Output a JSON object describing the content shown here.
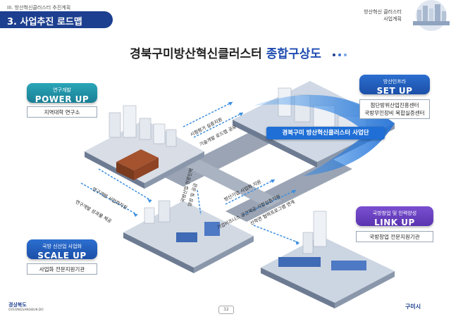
{
  "header": {
    "section": "III. 방산혁신클러스터 추진계획",
    "title": "3. 사업추진 로드맵",
    "right_line1": "방산혁신 클러스터",
    "right_line2": "사업계획"
  },
  "main_title_prefix": "경북구미방산혁신클러스터 ",
  "main_title_highlight": "종합구상도",
  "power_up": {
    "small": "연구개발",
    "big": "POWER UP",
    "desc": "지역대학 연구소"
  },
  "set_up": {
    "small": "방산인프라",
    "big": "SET UP",
    "desc_line1": "첨단방위산업진흥센터",
    "desc_line2": "국방무인장비 복합실증센터"
  },
  "scale_up": {
    "small": "국방 신산업 사업화",
    "big": "SCALE UP",
    "desc": "사업화 전문지원기관"
  },
  "link_up": {
    "small": "국방창업 및 인력양성",
    "big": "LINK UP",
    "desc": "국방창업 전문지원기관"
  },
  "cluster_label": "경북구미 방산혁신클러스터 사업단",
  "arrows": {
    "a1": "시험평가 실증지원",
    "a2": "기술개발 로드맵 공유",
    "a3": "연구개발 사업화지원",
    "a4": "연구개발 성과물 제공",
    "a5": "국방산업 전문인력",
    "a6": "양성 및 공급",
    "a7": "방산기업 사업화 지원",
    "a8": "기업비즈니스 공간제공·시험실증지원",
    "a9": "산학연 협력프로그램 연계"
  },
  "footer": {
    "page": "32",
    "logo_left": "경상북도",
    "logo_left_en": "GYEONGSANGBUK-DO",
    "logo_right": "구미시"
  },
  "colors": {
    "navy": "#1d3f8f",
    "teal": "#1a8fa5",
    "blue": "#1f5fc4",
    "purple": "#6a40c0"
  }
}
